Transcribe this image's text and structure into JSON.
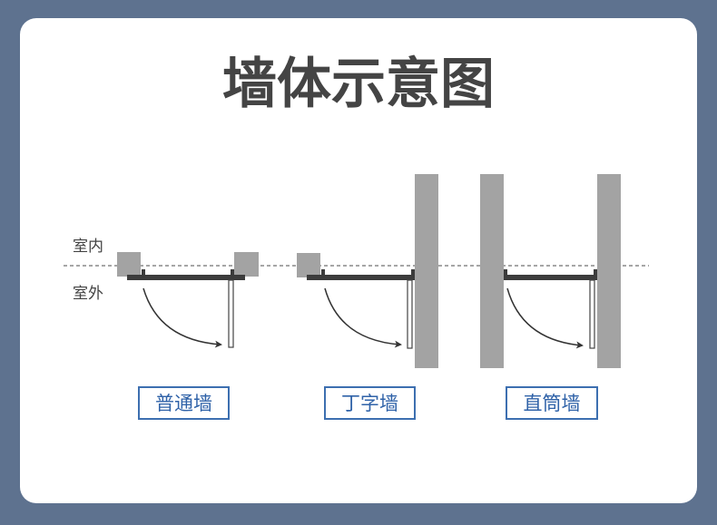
{
  "title": "墙体示意图",
  "side_labels": {
    "indoor": "室内",
    "outdoor": "室外"
  },
  "diagrams": [
    {
      "label": "普通墙"
    },
    {
      "label": "丁字墙"
    },
    {
      "label": "直筒墙"
    }
  ],
  "colors": {
    "background": "#5e728f",
    "wall": "#a3a3a3",
    "frame": "#3c3c3c",
    "label": "#2f62a8",
    "title": "#444444"
  }
}
